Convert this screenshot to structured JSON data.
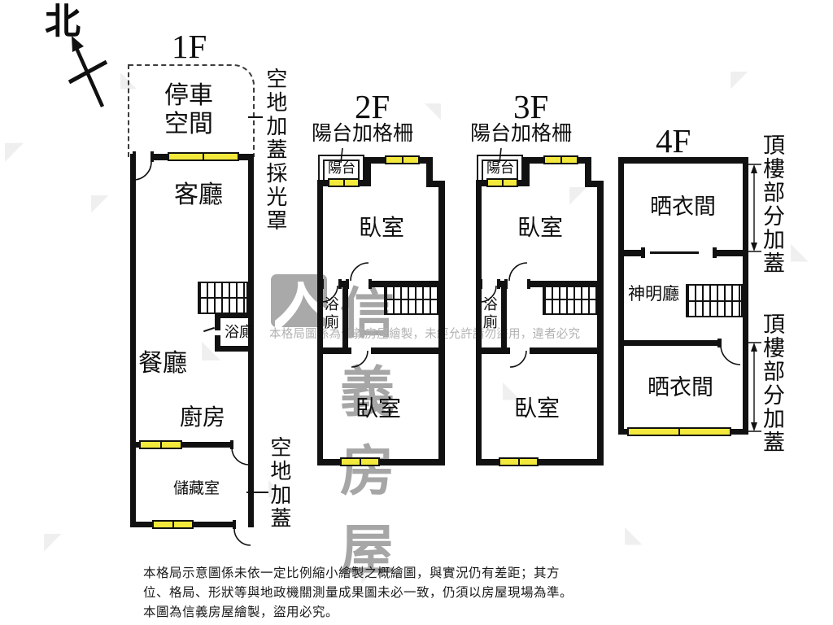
{
  "annotations": {
    "compass_north": "北",
    "open_land_cover_skylight": "空地加蓋採光罩",
    "open_land_cover": "空地加蓋",
    "rooftop_partial_cover_front": "頂樓部分加蓋",
    "rooftop_partial_cover_rear": "頂樓部分加蓋"
  },
  "floors": {
    "f1": {
      "title": "1F",
      "parking": "停車空間",
      "living_room": "客廳",
      "dining_room": "餐廳",
      "kitchen": "廚房",
      "storage": "儲藏室",
      "bathroom": "浴廁"
    },
    "f2": {
      "title": "2F",
      "balcony_grille_note": "陽台加格柵",
      "balcony": "陽台",
      "bedroom_front": "臥室",
      "bathroom": "浴廁",
      "bedroom_rear": "臥室"
    },
    "f3": {
      "title": "3F",
      "balcony_grille_note": "陽台加格柵",
      "balcony": "陽台",
      "bedroom_front": "臥室",
      "bathroom": "浴廁",
      "bedroom_rear": "臥室"
    },
    "f4": {
      "title": "4F",
      "drying_room_front": "晒衣間",
      "shrine_hall": "神明廳",
      "drying_room_rear": "晒衣間"
    }
  },
  "watermark": {
    "brand_name": "信義房屋",
    "copyright_line": "本格局圖係為信義房屋繪製，未經允許請勿盜用，違者必究"
  },
  "disclaimer": {
    "line1": "本格局示意圖係未依一定比例縮小繪製之概繪圖，與實況仍有差距；其方",
    "line2": "位、格局、形狀等與地政機關測量成果圖未必一致，仍須以房屋現場為準。",
    "line3": "本圖為信義房屋繪製，盜用必究。"
  },
  "colors": {
    "wall": "#111111",
    "window_fill": "#f2e93c",
    "watermark_gray": "#a6a6a6"
  }
}
